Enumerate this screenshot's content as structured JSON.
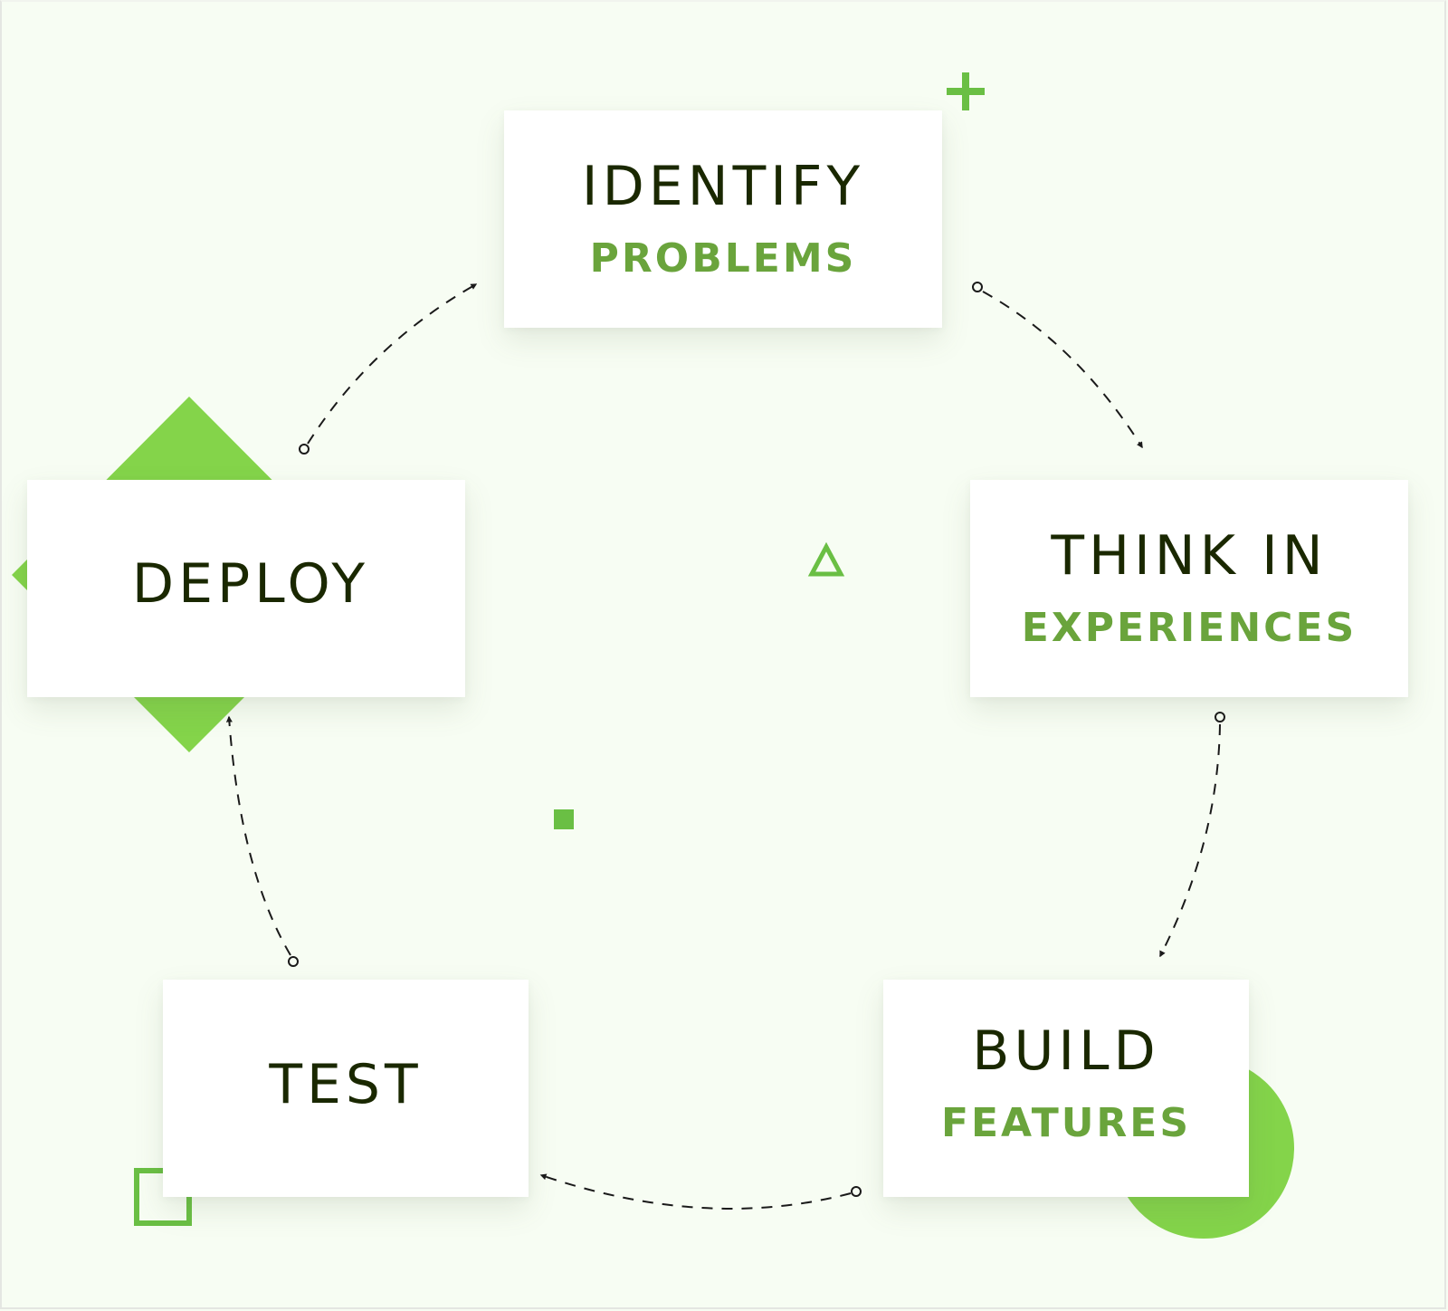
{
  "diagram": {
    "type": "cycle",
    "colors": {
      "background": "#f7fdf3",
      "title_text": "#1a2800",
      "subtitle_text": "#6aa43c",
      "accent_shape": "#84d44a",
      "accent_outline": "#6abf44",
      "connector": "#1a1a1a"
    },
    "steps": [
      {
        "id": "identify",
        "title": "IDENTIFY",
        "subtitle": "PROBLEMS"
      },
      {
        "id": "think",
        "title": "THINK IN",
        "subtitle": "EXPERIENCES"
      },
      {
        "id": "build",
        "title": "BUILD",
        "subtitle": "FEATURES"
      },
      {
        "id": "test",
        "title": "TEST",
        "subtitle": ""
      },
      {
        "id": "deploy",
        "title": "DEPLOY",
        "subtitle": ""
      }
    ],
    "connectors": [
      {
        "from": "identify",
        "to": "think",
        "style": "dashed-arrow"
      },
      {
        "from": "think",
        "to": "build",
        "style": "dashed-arrow"
      },
      {
        "from": "build",
        "to": "test",
        "style": "dashed-arrow"
      },
      {
        "from": "test",
        "to": "deploy",
        "style": "dashed-arrow"
      },
      {
        "from": "deploy",
        "to": "identify",
        "style": "dashed-arrow"
      }
    ],
    "decorations": [
      "plus-icon",
      "diamond-shape",
      "triangle-outline-icon",
      "square-filled-icon",
      "square-outline-icon",
      "circle-shape"
    ]
  }
}
